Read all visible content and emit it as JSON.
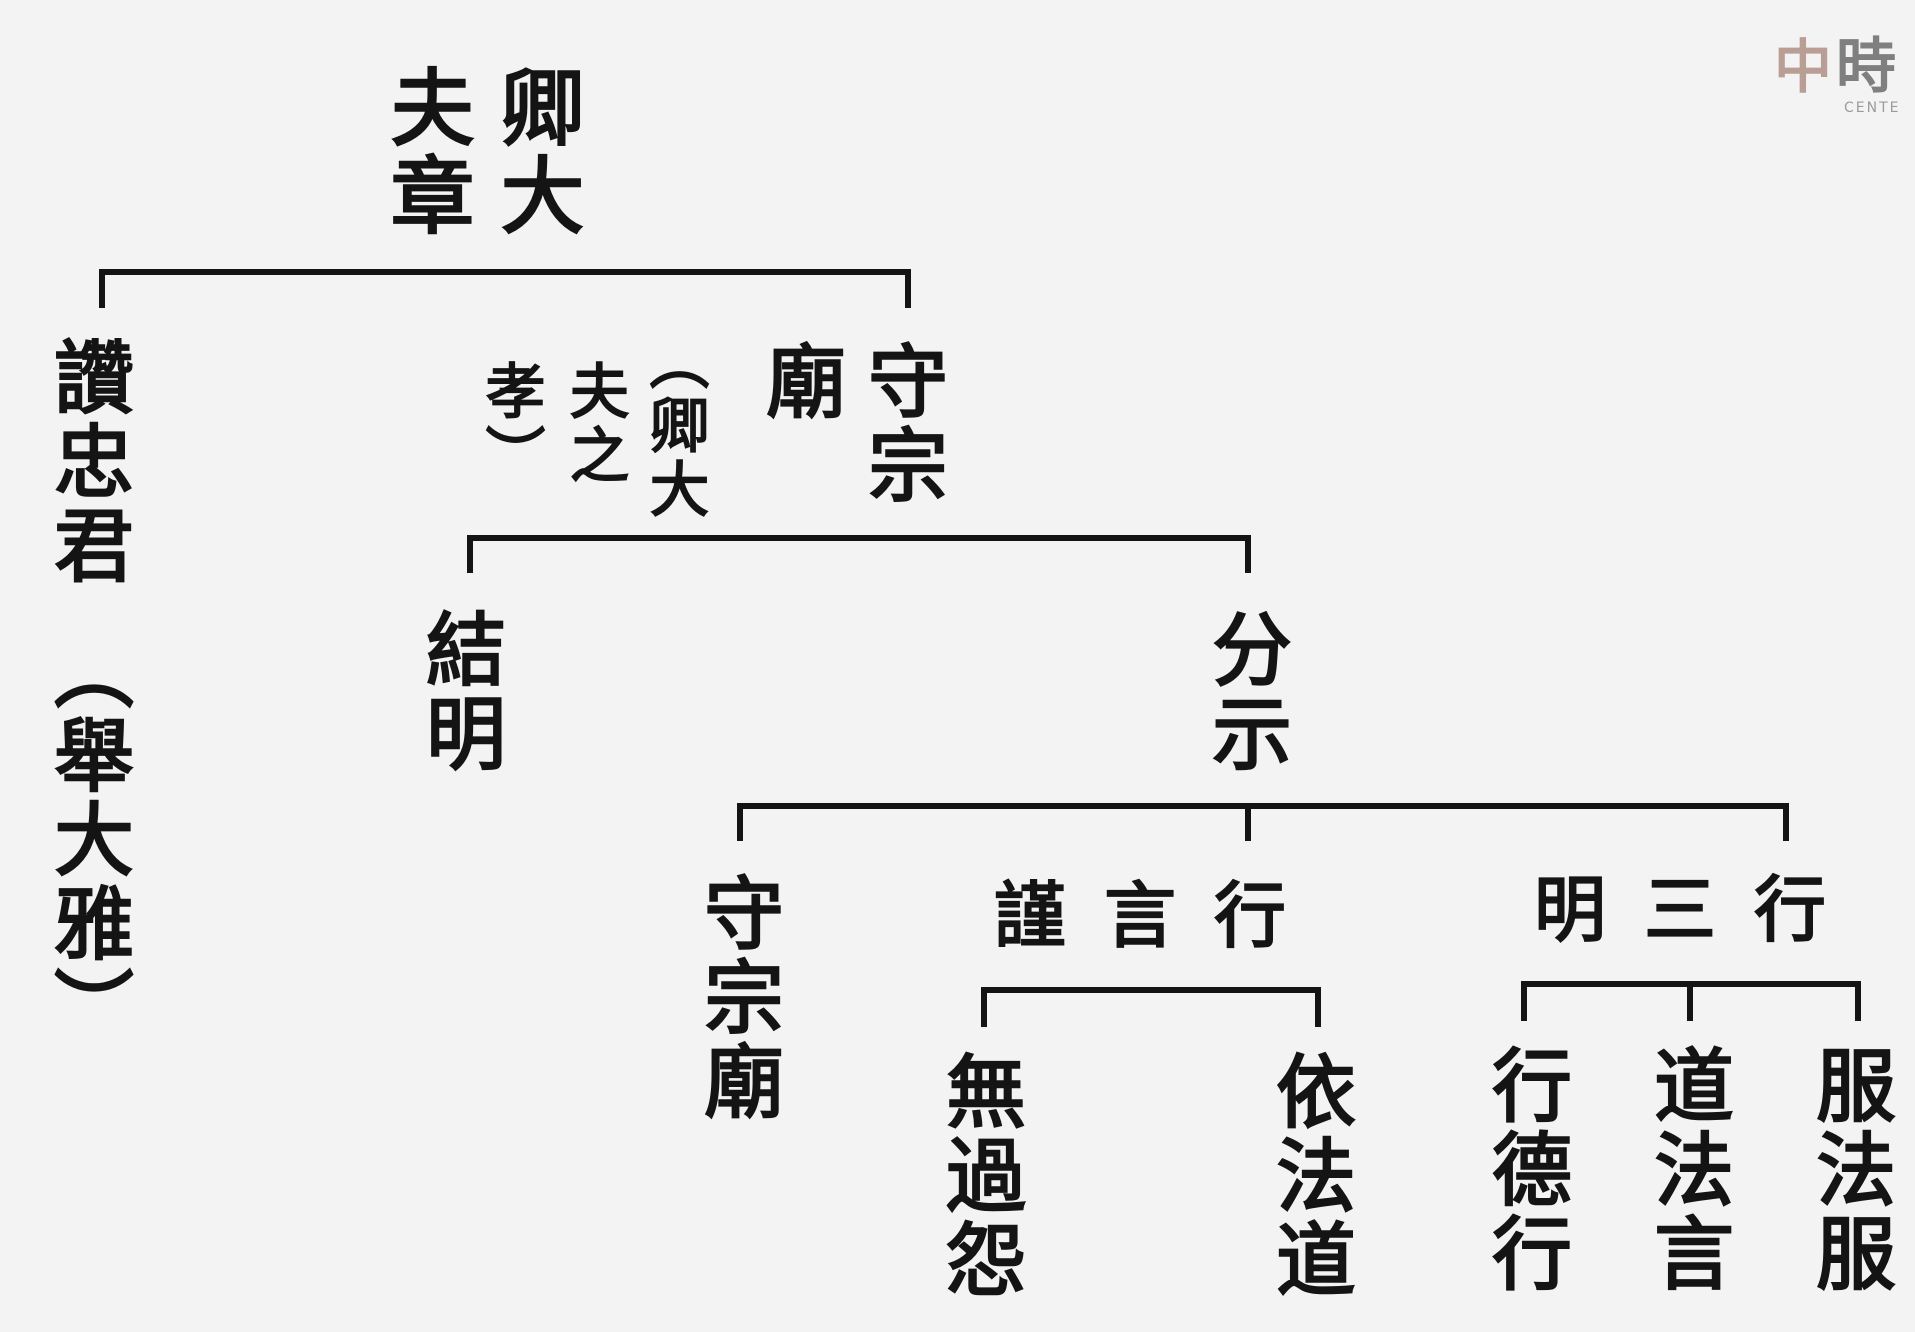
{
  "root": {
    "col1": "卿大",
    "col2": "夫章"
  },
  "branch_zan": {
    "main": "讚忠君",
    "note": "︵舉大雅︶"
  },
  "branch_shou": {
    "col1": "守宗",
    "col2": "廟",
    "note1": "︵卿大",
    "note2": "夫之",
    "note3": "孝︶"
  },
  "jieming": "結明",
  "fenshi": "分示",
  "shou_zongmiao": "守宗廟",
  "jin_yan_xing": "謹言行",
  "ming_san_xing": "明三行",
  "wu_guo_yuan": "無過怨",
  "yi_fa_dao": "依法道",
  "xing_de_xing": "行德行",
  "dao_fa_yan": "道法言",
  "fu_fa_fu": "服法服",
  "logo": {
    "mark": "中",
    "word": "時",
    "sub": "CENTE"
  }
}
